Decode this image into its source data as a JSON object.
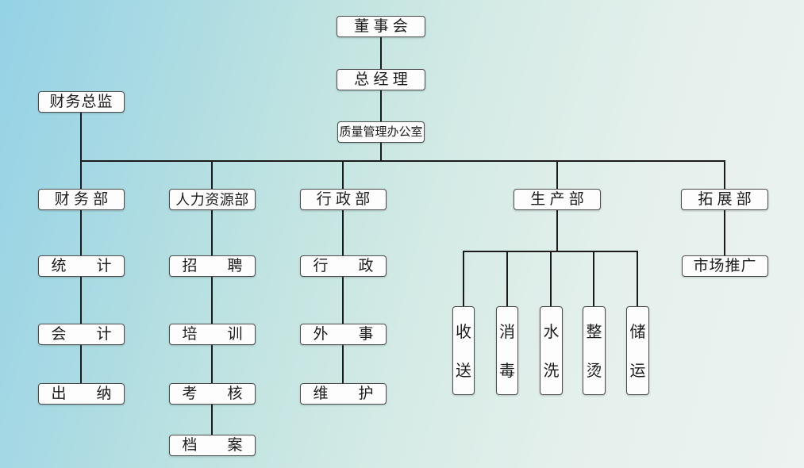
{
  "diagram": {
    "type": "org-chart",
    "colors": {
      "background_top_left": "#94d2e6",
      "background_bottom_right": "#ecf3f0",
      "box_fill": "#fdfdfd",
      "box_border": "#4e4e4e",
      "connector_line": "#1b1b1b",
      "text": "#1c1c1c"
    },
    "nodes": {
      "board": {
        "label": "董 事 会"
      },
      "general_manager": {
        "label": "总 经 理"
      },
      "quality_office": {
        "label": "质量管理办公室"
      },
      "cfo": {
        "label": "财务总监"
      },
      "finance_dept": {
        "label": "财 务 部"
      },
      "hr_dept": {
        "label": "人力资源部"
      },
      "admin_dept": {
        "label": "行 政 部"
      },
      "production_dept": {
        "label": "生 产 部"
      },
      "expansion_dept": {
        "label": "拓 展 部"
      },
      "statistics": {
        "label": "统　　计"
      },
      "accounting": {
        "label": "会　　计"
      },
      "cashier": {
        "label": "出　　纳"
      },
      "recruitment": {
        "label": "招　　聘"
      },
      "training": {
        "label": "培　　训"
      },
      "assessment": {
        "label": "考　　核"
      },
      "archives": {
        "label": "档　　案"
      },
      "administration": {
        "label": "行　　政"
      },
      "foreign_affairs": {
        "label": "外　　事"
      },
      "maintenance": {
        "label": "维　　护"
      },
      "marketing": {
        "label": "市场推广"
      },
      "receiving_delivery": {
        "label": "收\n送"
      },
      "disinfection": {
        "label": "消\n毒"
      },
      "washing": {
        "label": "水\n洗"
      },
      "ironing": {
        "label": "整\n烫"
      },
      "storage_transport": {
        "label": "储\n运"
      }
    },
    "edges": [
      [
        "board",
        "general_manager"
      ],
      [
        "general_manager",
        "quality_office"
      ],
      [
        "quality_office",
        "finance_dept"
      ],
      [
        "quality_office",
        "hr_dept"
      ],
      [
        "quality_office",
        "admin_dept"
      ],
      [
        "quality_office",
        "production_dept"
      ],
      [
        "quality_office",
        "expansion_dept"
      ],
      [
        "cfo",
        "finance_dept"
      ],
      [
        "finance_dept",
        "statistics"
      ],
      [
        "statistics",
        "accounting"
      ],
      [
        "accounting",
        "cashier"
      ],
      [
        "hr_dept",
        "recruitment"
      ],
      [
        "recruitment",
        "training"
      ],
      [
        "training",
        "assessment"
      ],
      [
        "assessment",
        "archives"
      ],
      [
        "admin_dept",
        "administration"
      ],
      [
        "administration",
        "foreign_affairs"
      ],
      [
        "foreign_affairs",
        "maintenance"
      ],
      [
        "production_dept",
        "receiving_delivery"
      ],
      [
        "production_dept",
        "disinfection"
      ],
      [
        "production_dept",
        "washing"
      ],
      [
        "production_dept",
        "ironing"
      ],
      [
        "production_dept",
        "storage_transport"
      ],
      [
        "expansion_dept",
        "marketing"
      ]
    ]
  }
}
